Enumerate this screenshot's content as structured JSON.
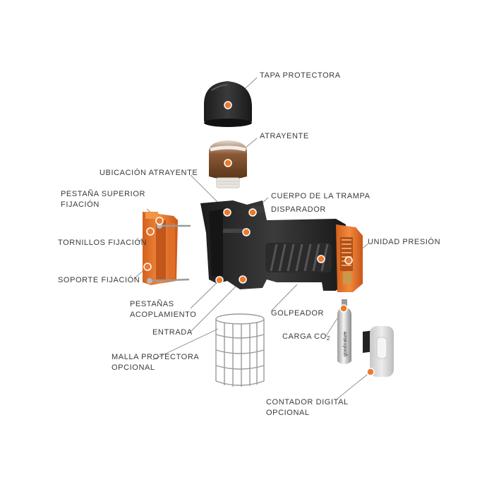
{
  "labels": {
    "tapa_protectora": "TAPA PROTECTORA",
    "atrayente": "ATRAYENTE",
    "ubicacion_atrayente": "UBICACIÓN ATRAYENTE",
    "pestana_superior_1": "PESTAÑA SUPERIOR",
    "pestana_superior_2": "FIJACIÓN",
    "cuerpo_trampa": "CUERPO DE LA TRAMPA",
    "disparador": "DISPARADOR",
    "tornillos_fijacion": "TORNILLOS FIJACIÓN",
    "unidad_presion": "UNIDAD PRESIÓN",
    "soporte_fijacion": "SOPORTE FIJACIÓN",
    "pestanas_1": "PESTAÑAS",
    "pestanas_2": "ACOPLAMIENTO",
    "golpeador": "GOLPEADOR",
    "entrada": "ENTRADA",
    "carga_co2_main": "CARGA CO",
    "carga_co2_sub": "2",
    "malla_1": "MALLA PROTECTORA",
    "malla_2": "OPCIONAL",
    "contador_1": "CONTADOR DIGITAL",
    "contador_2": "OPCIONAL",
    "cartridge_text": "goodnature"
  },
  "colors": {
    "accent_orange": "#e8762b",
    "dot_orange": "#ea7a2e",
    "body_black": "#2a2a2a",
    "leader_line": "#8a8a8a",
    "label_text": "#3a3a3a",
    "cage_gray": "#9a9a9a",
    "counter_gray": "#d9d9d9"
  }
}
